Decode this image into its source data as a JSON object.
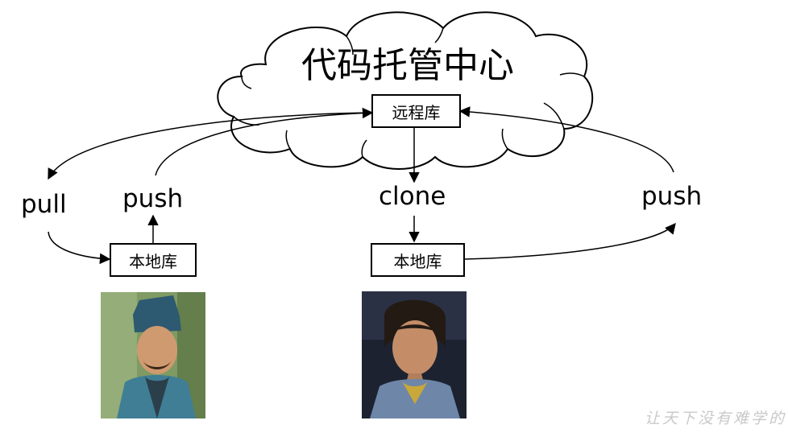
{
  "cloud": {
    "title": "代码托管中心"
  },
  "remote_repo": {
    "label": "远程库"
  },
  "left": {
    "pull_label": "pull",
    "push_label": "push",
    "local_repo_label": "本地库"
  },
  "right": {
    "clone_label": "clone",
    "push_label": "push",
    "local_repo_label": "本地库"
  },
  "watermark": "让天下没有难学的",
  "colors": {
    "line": "#000000",
    "box_border": "#000000",
    "background": "#ffffff"
  }
}
